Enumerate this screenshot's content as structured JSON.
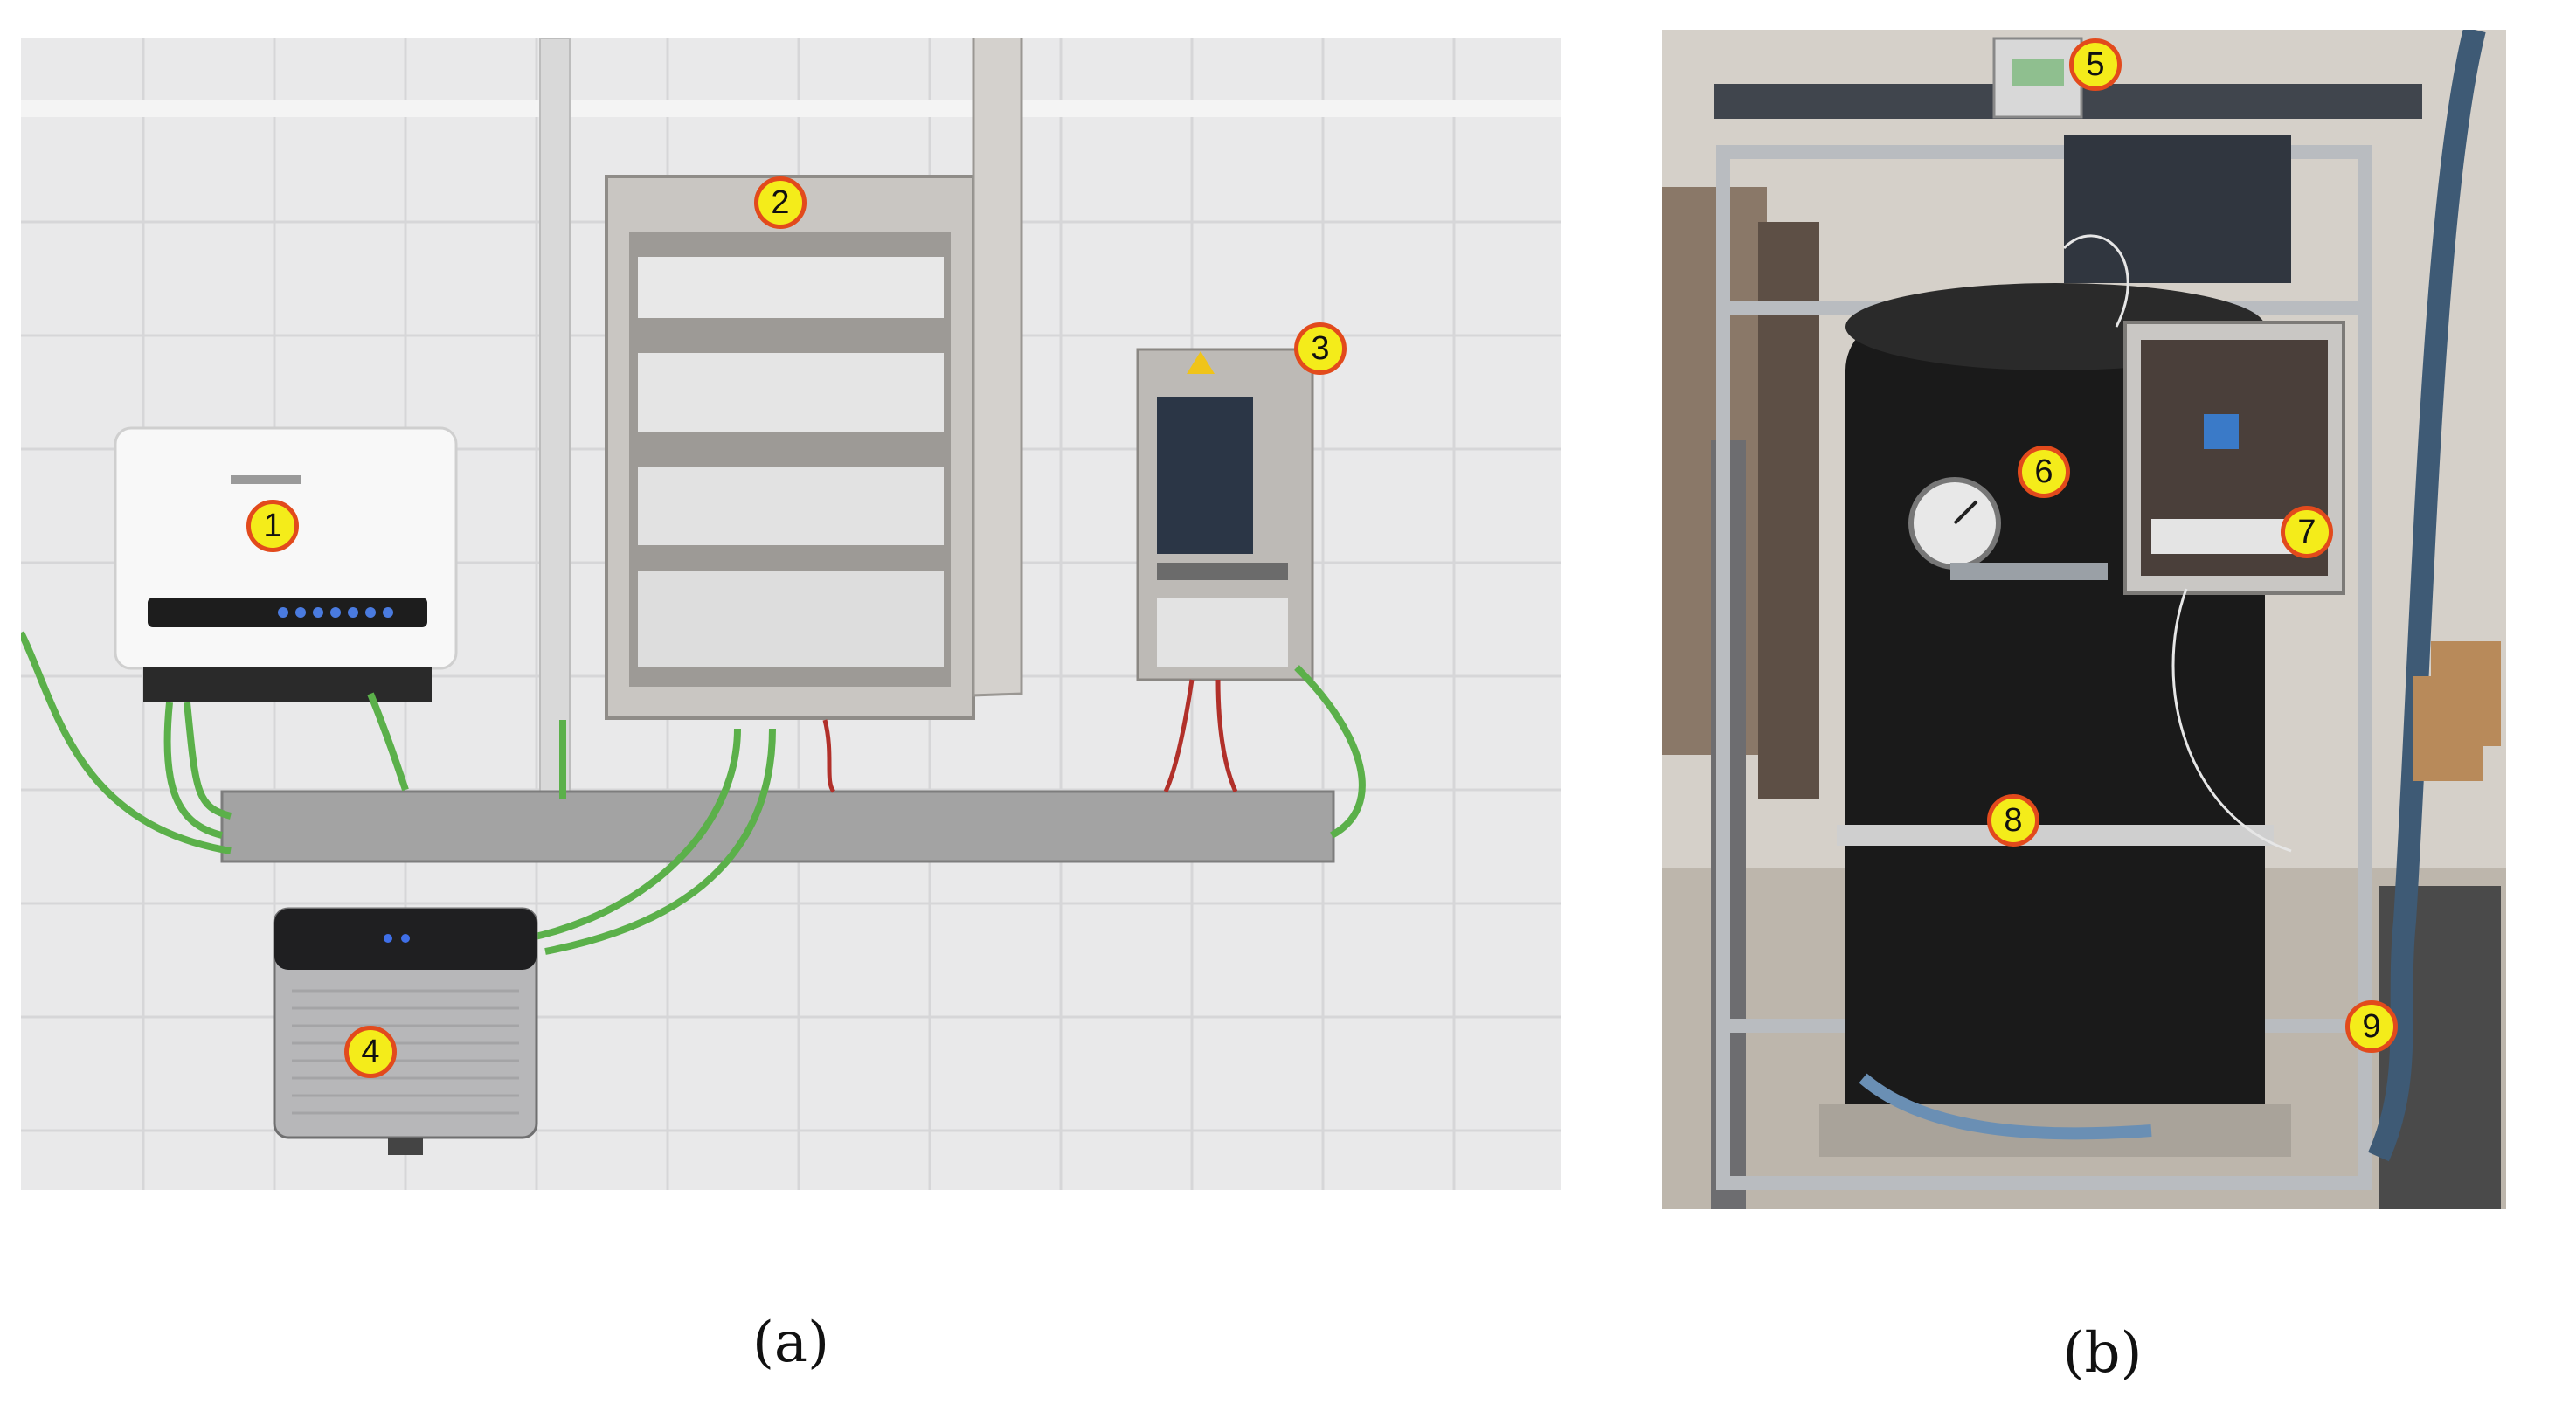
{
  "panels": [
    {
      "caption": "(a)",
      "markers": [
        {
          "label": "1"
        },
        {
          "label": "2"
        },
        {
          "label": "3"
        },
        {
          "label": "4"
        }
      ]
    },
    {
      "caption": "(b)",
      "markers": [
        {
          "label": "5"
        },
        {
          "label": "6"
        },
        {
          "label": "7"
        },
        {
          "label": "8"
        },
        {
          "label": "9"
        }
      ]
    }
  ],
  "colors": {
    "marker_fill": "#f4ec1a",
    "marker_border": "#e24a1c",
    "cable_green": "#5bb04a",
    "tank_black": "#1a1a1a",
    "wall_tile": "#e9e9ea"
  }
}
